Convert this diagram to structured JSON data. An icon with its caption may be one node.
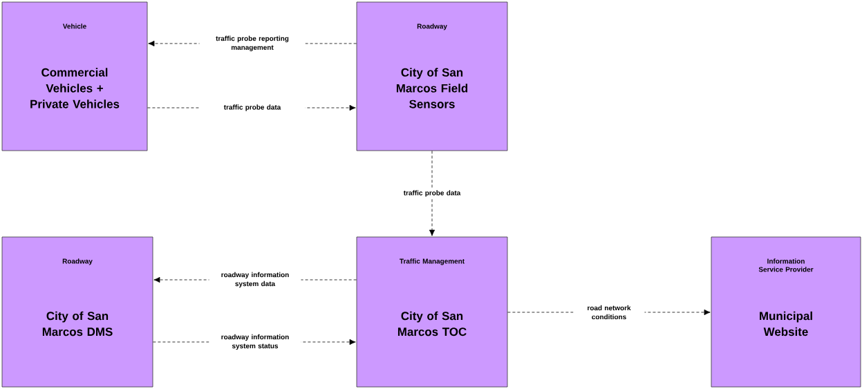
{
  "diagram": {
    "nodes": [
      {
        "text": [
          "Vehicle",
          "Commercial Vehicles + Private Vehicles"
        ]
      },
      {
        "text": [
          "Roadway",
          "City of San Marcos Field Sensors"
        ]
      },
      {
        "text": [
          "Roadway",
          "City of San Marcos DMS"
        ]
      },
      {
        "text": [
          "Traffic Management",
          "City of San Marcos TOC"
        ]
      },
      {
        "text": [
          "Information Service Provider",
          "Municipal Website"
        ]
      }
    ],
    "edges": [
      {
        "from": 1,
        "to": 0,
        "arrow": "to",
        "label": "traffic probe reporting management",
        "style": "dashed"
      },
      {
        "from": 0,
        "to": 1,
        "arrow": "to",
        "label": "traffic probe data",
        "style": "dashed"
      },
      {
        "from": 1,
        "to": 3,
        "arrow": "to",
        "label": "traffic probe data",
        "style": "dashed"
      },
      {
        "from": 3,
        "to": 2,
        "arrow": "to",
        "label": "roadway information system data",
        "style": "dashed"
      },
      {
        "from": 2,
        "to": 3,
        "arrow": "to",
        "label": "roadway information system status",
        "style": "dashed"
      },
      {
        "from": 3,
        "to": 4,
        "arrow": "to",
        "label": "road network conditions",
        "style": "dashed"
      }
    ]
  }
}
